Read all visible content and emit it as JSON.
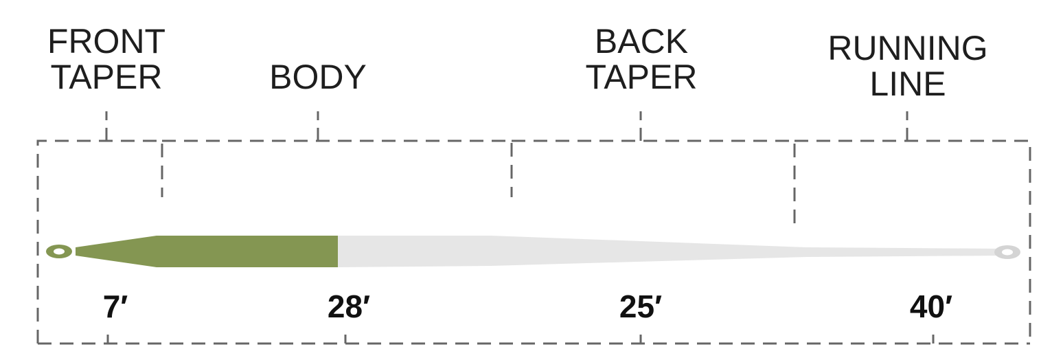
{
  "colors": {
    "head": "#849652",
    "running": "#e6e6e6",
    "loop_outline": "#849652",
    "loop_outline_back": "#d4d4d4",
    "bracket": "#666666",
    "text": "#1e1e1e"
  },
  "sections": [
    {
      "key": "front_taper",
      "line1": "FRONT",
      "line2": "TAPER",
      "length": "7′"
    },
    {
      "key": "body",
      "line1": "",
      "line2": "BODY",
      "length": "28′"
    },
    {
      "key": "back_taper",
      "line1": "BACK",
      "line2": "TAPER",
      "length": "25′"
    },
    {
      "key": "running_line",
      "line1": "RUNNING",
      "line2": "LINE",
      "length": "40′"
    }
  ]
}
